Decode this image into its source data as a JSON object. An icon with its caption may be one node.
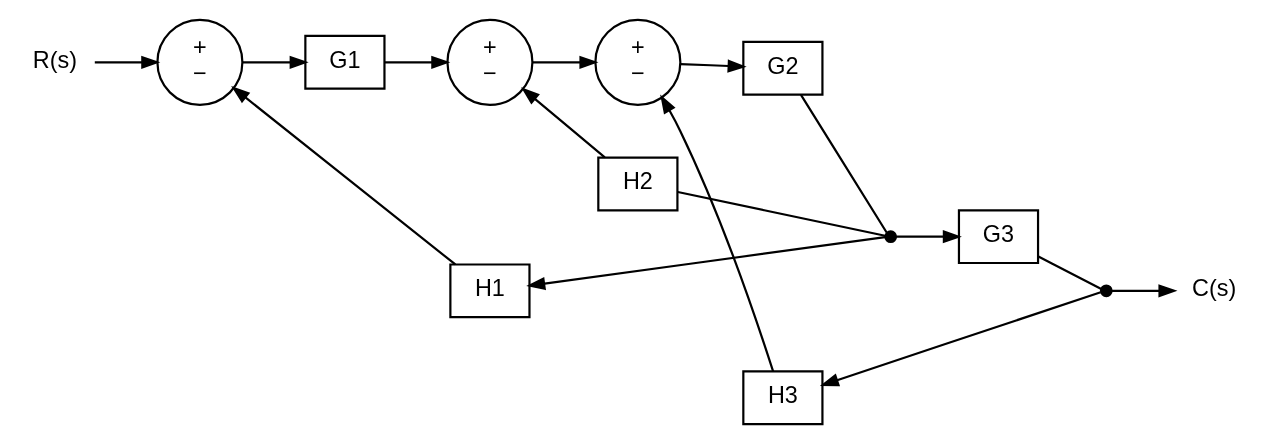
{
  "diagram": {
    "nodes": [
      {
        "text": [
          "R(s)"
        ]
      },
      {
        "text": [
          "+",
          "−"
        ]
      },
      {
        "text": [
          "G1"
        ]
      },
      {
        "text": [
          "+",
          "−"
        ]
      },
      {
        "text": [
          "+",
          "−"
        ]
      },
      {
        "text": [
          "G2"
        ]
      },
      {
        "text": [],
        "shape": "dot"
      },
      {
        "text": [
          "G3"
        ]
      },
      {
        "text": [],
        "shape": "dot"
      },
      {
        "text": [
          "C(s)"
        ]
      },
      {
        "text": [
          "H3"
        ]
      },
      {
        "text": [
          "H2"
        ]
      },
      {
        "text": [
          "H1"
        ]
      }
    ],
    "edges": [
      {
        "from": 0,
        "to": 1,
        "arrow": "to"
      },
      {
        "from": 1,
        "to": 2,
        "arrow": "to"
      },
      {
        "from": 2,
        "to": 3,
        "arrow": "to"
      },
      {
        "from": 3,
        "to": 4,
        "arrow": "to"
      },
      {
        "from": 4,
        "to": 5,
        "arrow": "to"
      },
      {
        "from": 5,
        "to": 6,
        "arrow": "none"
      },
      {
        "from": 6,
        "to": 7,
        "arrow": "to"
      },
      {
        "from": 7,
        "to": 8,
        "arrow": "none"
      },
      {
        "from": 8,
        "to": 9,
        "arrow": "to"
      },
      {
        "from": 8,
        "to": 10,
        "arrow": "to"
      },
      {
        "from": 10,
        "to": 4,
        "arrow": "to"
      },
      {
        "from": 6,
        "to": 11,
        "arrow": "none"
      },
      {
        "from": 11,
        "to": 3,
        "arrow": "to"
      },
      {
        "from": 6,
        "to": 12,
        "arrow": "to"
      },
      {
        "from": 12,
        "to": 1,
        "arrow": "to"
      }
    ]
  }
}
